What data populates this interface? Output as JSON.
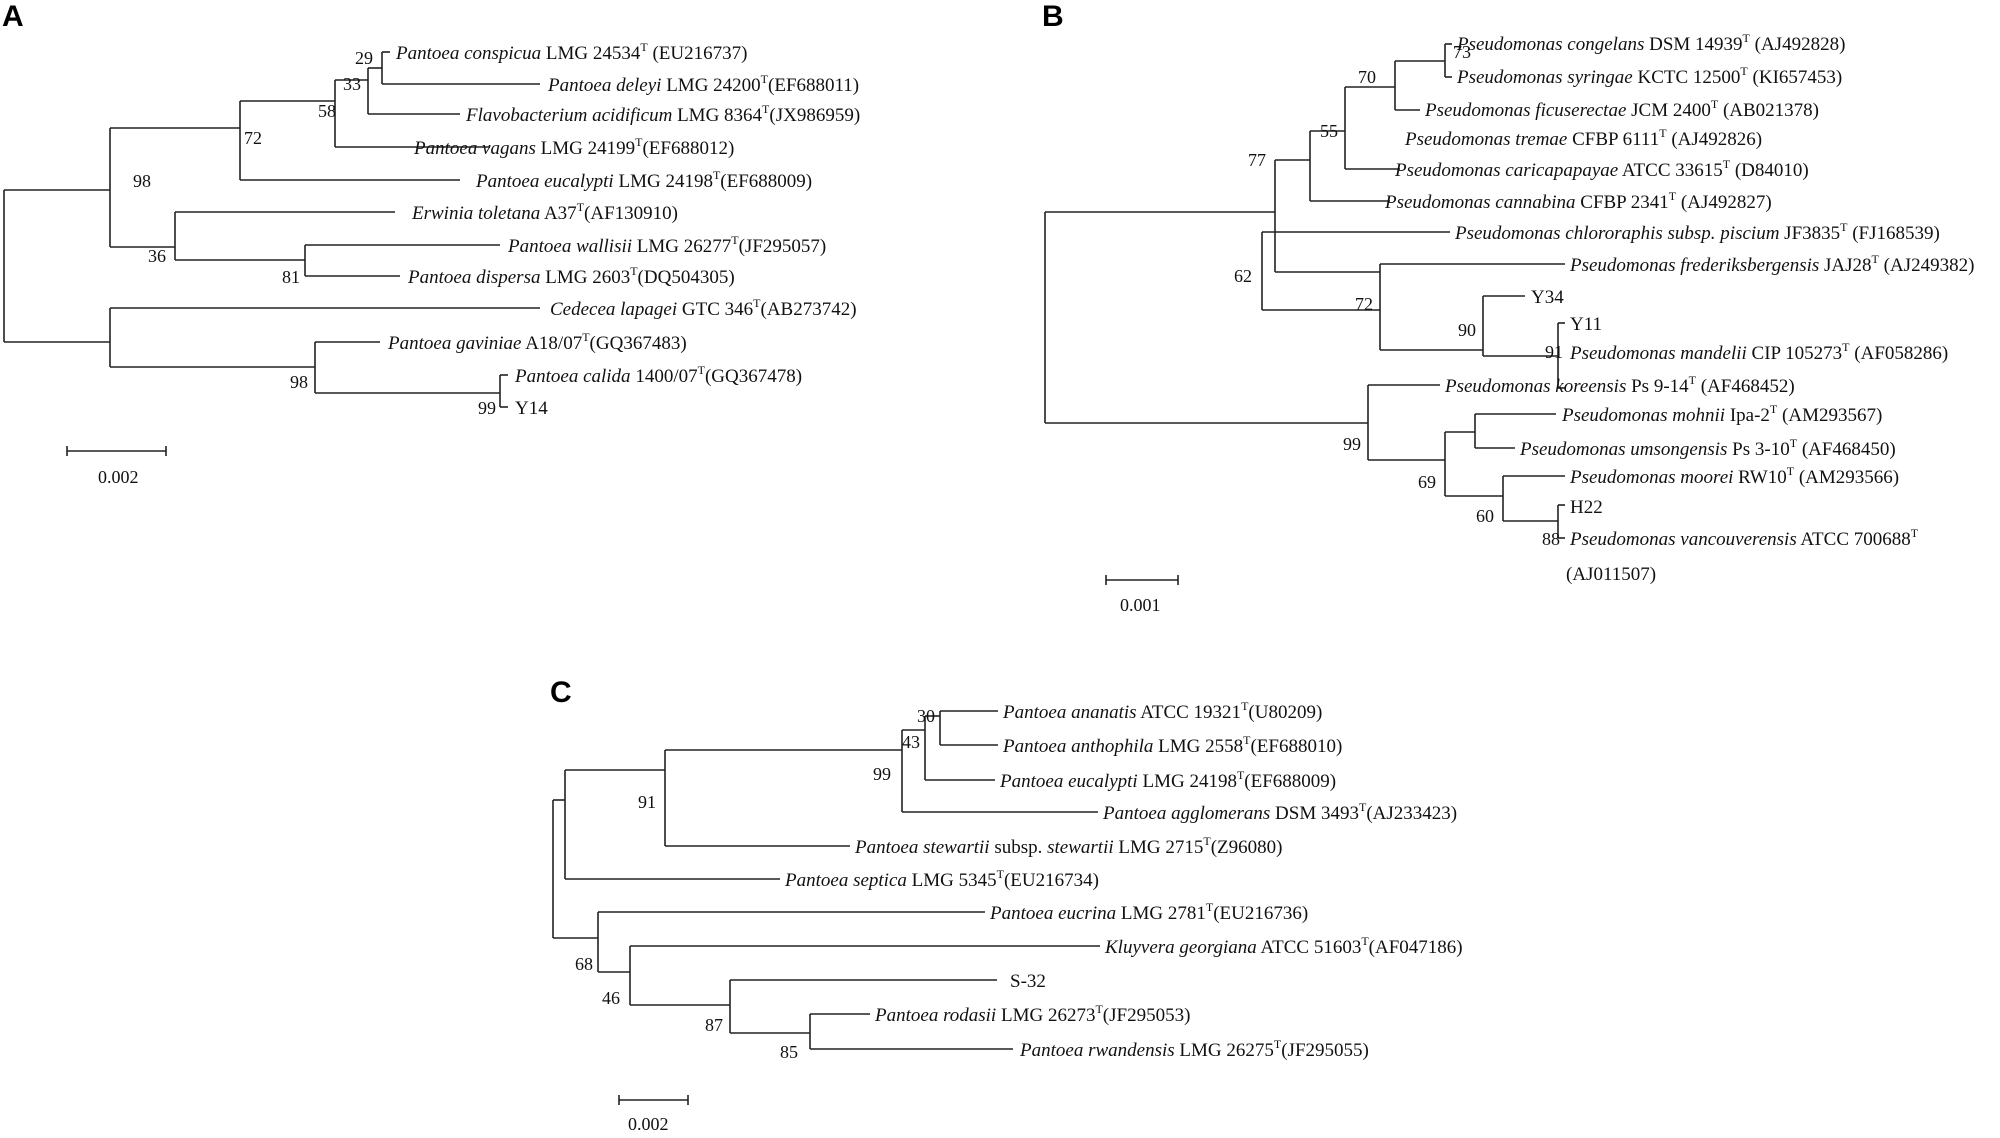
{
  "panels": [
    {
      "letter": "A",
      "scale_label": "0.002",
      "leaves": [
        {
          "id": "a1",
          "species": "Pantoea conspicua",
          "rest": " LMG 24534",
          "sup": "T",
          "acc": " (EU216737)"
        },
        {
          "id": "a2",
          "species": "Pantoea deleyi",
          "rest": " LMG 24200",
          "sup": "T",
          "acc": "(EF688011)"
        },
        {
          "id": "a3",
          "species": "Flavobacterium acidificum",
          "rest": " LMG 8364",
          "sup": "T",
          "acc": "(JX986959)"
        },
        {
          "id": "a4",
          "species": "Pantoea vagans",
          "rest": " LMG 24199",
          "sup": "T",
          "acc": "(EF688012)"
        },
        {
          "id": "a5",
          "species": "Pantoea eucalypti",
          "rest": " LMG 24198",
          "sup": "T",
          "acc": "(EF688009)"
        },
        {
          "id": "a6",
          "species": "Erwinia toletana",
          "rest": " A37",
          "sup": "T",
          "acc": "(AF130910)"
        },
        {
          "id": "a7",
          "species": "Pantoea wallisii",
          "rest": " LMG 26277",
          "sup": "T",
          "acc": "(JF295057)"
        },
        {
          "id": "a8",
          "species": "Pantoea dispersa",
          "rest": " LMG 2603",
          "sup": "T",
          "acc": "(DQ504305)"
        },
        {
          "id": "a9",
          "species": "Cedecea lapagei",
          "rest": " GTC 346",
          "sup": "T",
          "acc": "(AB273742)"
        },
        {
          "id": "a10",
          "species": "Pantoea gaviniae",
          "rest": " A18/07",
          "sup": "T",
          "acc": "(GQ367483)"
        },
        {
          "id": "a11",
          "species": "Pantoea calida",
          "rest": " 1400/07",
          "sup": "T",
          "acc": "(GQ367478)"
        },
        {
          "id": "a12",
          "species": "",
          "rest": "Y14",
          "sup": "",
          "acc": ""
        }
      ],
      "bootstraps": [
        "29",
        "33",
        "58",
        "72",
        "98",
        "36",
        "81",
        "98",
        "99"
      ]
    },
    {
      "letter": "B",
      "scale_label": "0.001",
      "leaves": [
        {
          "id": "b1",
          "species": "Pseudomonas congelans",
          "rest": " DSM 14939",
          "sup": "T",
          "acc": " (AJ492828)"
        },
        {
          "id": "b2",
          "species": "Pseudomonas syringae",
          "rest": " KCTC 12500",
          "sup": "T",
          "acc": " (KI657453)"
        },
        {
          "id": "b3",
          "species": "Pseudomonas ficuserectae",
          "rest": " JCM 2400",
          "sup": "T",
          "acc": " (AB021378)"
        },
        {
          "id": "b4",
          "species": "Pseudomonas tremae",
          "rest": " CFBP 6111",
          "sup": "T",
          "acc": " (AJ492826)"
        },
        {
          "id": "b5",
          "species": "Pseudomonas caricapapayae",
          "rest": " ATCC 33615",
          "sup": "T",
          "acc": " (D84010)"
        },
        {
          "id": "b6",
          "species": "Pseudomonas cannabina",
          "rest": " CFBP 2341",
          "sup": "T",
          "acc": " (AJ492827)"
        },
        {
          "id": "b7",
          "species": "Pseudomonas chlororaphis subsp. piscium",
          "rest": " JF3835",
          "sup": "T",
          "acc": " (FJ168539)"
        },
        {
          "id": "b8",
          "species": "Pseudomonas frederiksbergensis",
          "rest": " JAJ28",
          "sup": "T",
          "acc": " (AJ249382)"
        },
        {
          "id": "b9",
          "species": "",
          "rest": "Y34",
          "sup": "",
          "acc": ""
        },
        {
          "id": "b10",
          "species": "",
          "rest": "Y11",
          "sup": "",
          "acc": ""
        },
        {
          "id": "b11",
          "species": "Pseudomonas mandelii",
          "rest": " CIP 105273",
          "sup": "T",
          "acc": " (AF058286)"
        },
        {
          "id": "b12",
          "species": "Pseudomonas koreensis",
          "rest": " Ps 9-14",
          "sup": "T",
          "acc": " (AF468452)"
        },
        {
          "id": "b13",
          "species": "Pseudomonas mohnii",
          "rest": " Ipa-2",
          "sup": "T",
          "acc": " (AM293567)"
        },
        {
          "id": "b14",
          "species": "Pseudomonas umsongensis",
          "rest": " Ps 3-10",
          "sup": "T",
          "acc": " (AF468450)"
        },
        {
          "id": "b15",
          "species": "Pseudomonas moorei",
          "rest": " RW10",
          "sup": "T",
          "acc": " (AM293566)"
        },
        {
          "id": "b16",
          "species": "",
          "rest": "H22",
          "sup": "",
          "acc": ""
        },
        {
          "id": "b17",
          "species": "Pseudomonas vancouverensis",
          "rest": " ATCC 700688",
          "sup": "T",
          "acc": ""
        }
      ],
      "wrap_text": "(AJ011507)",
      "bootstraps": [
        "73",
        "70",
        "55",
        "77",
        "62",
        "72",
        "90",
        "91",
        "99",
        "69",
        "60",
        "88"
      ]
    },
    {
      "letter": "C",
      "scale_label": "0.002",
      "leaves": [
        {
          "id": "c1",
          "species": "Pantoea ananatis",
          "rest": " ATCC 19321",
          "sup": "T",
          "acc": "(U80209)"
        },
        {
          "id": "c2",
          "species": "Pantoea anthophila",
          "rest": " LMG 2558",
          "sup": "T",
          "acc": "(EF688010)"
        },
        {
          "id": "c3",
          "species": "Pantoea eucalypti",
          "rest": " LMG 24198",
          "sup": "T",
          "acc": "(EF688009)"
        },
        {
          "id": "c4",
          "species": "Pantoea agglomerans",
          "rest": " DSM 3493",
          "sup": "T",
          "acc": "(AJ233423)"
        },
        {
          "id": "c5",
          "species": "Pantoea stewartii",
          "rest": " subsp.",
          "species2": "stewartii",
          "rest2": " LMG 2715",
          "sup": "T",
          "acc": "(Z96080)"
        },
        {
          "id": "c6",
          "species": "Pantoea septica",
          "rest": " LMG 5345",
          "sup": "T",
          "acc": "(EU216734)"
        },
        {
          "id": "c7",
          "species": "Pantoea eucrina",
          "rest": " LMG 2781",
          "sup": "T",
          "acc": "(EU216736)"
        },
        {
          "id": "c8",
          "species": "Kluyvera georgiana",
          "rest": " ATCC 51603",
          "sup": "T",
          "acc": "(AF047186)"
        },
        {
          "id": "c9",
          "species": "",
          "rest": "S-32",
          "sup": "",
          "acc": ""
        },
        {
          "id": "c10",
          "species": "Pantoea rodasii",
          "rest": " LMG 26273",
          "sup": "T",
          "acc": "(JF295053)"
        },
        {
          "id": "c11",
          "species": "Pantoea rwandensis",
          "rest": " LMG 26275",
          "sup": "T",
          "acc": "(JF295055)"
        }
      ],
      "bootstraps": [
        "30",
        "43",
        "99",
        "91",
        "68",
        "46",
        "87",
        "85"
      ]
    }
  ]
}
